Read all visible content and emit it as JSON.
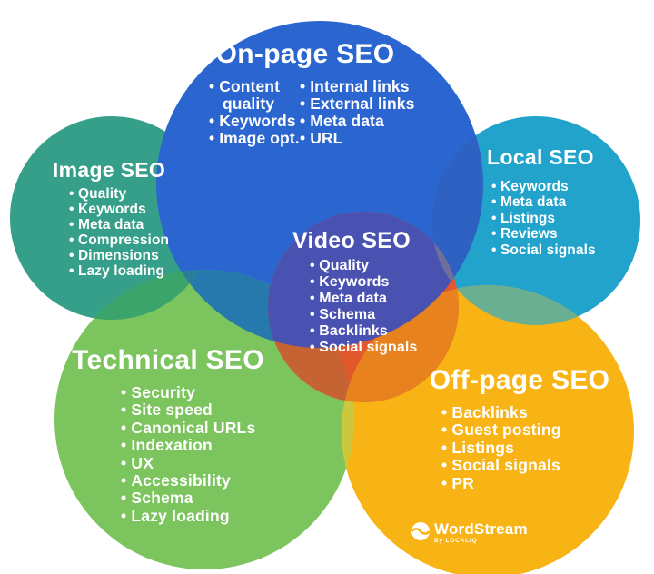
{
  "colors": {
    "background": "#FFFFFF",
    "text": "#FFFFFF",
    "onpage": "#2B66D0",
    "image": "#359F89",
    "local": "#21A3CB",
    "technical": "#7CC45E",
    "offpage": "#F8B414",
    "video": "#E2572B",
    "overlap_blue_local": "#2D62C2",
    "overlap_blue_green": "#2579AD",
    "overlap_green_image": "#3AA46A",
    "overlap_green_image_blue": "#2B7E98",
    "overlap_green_yellow": "#CCC83D",
    "overlap_yellow_local": "#6BAF92",
    "overlap_video_green": "#C56432",
    "overlap_video_yellow": "#E8821F",
    "overlap_video_blue": "#4A52B1",
    "overlap_video_blue_local": "#6E6F9D"
  },
  "sets": {
    "onpage": {
      "title": "On-page SEO",
      "items_col1": [
        "Content quality",
        "Keywords",
        "Image opt."
      ],
      "items_col2": [
        "Internal links",
        "External links",
        "Meta data",
        "URL"
      ]
    },
    "image": {
      "title": "Image SEO",
      "items": [
        "Quality",
        "Keywords",
        "Meta data",
        "Compression",
        "Dimensions",
        "Lazy loading"
      ]
    },
    "local": {
      "title": "Local SEO",
      "items": [
        "Keywords",
        "Meta data",
        "Listings",
        "Reviews",
        "Social signals"
      ]
    },
    "video": {
      "title": "Video SEO",
      "items": [
        "Quality",
        "Keywords",
        "Meta data",
        "Schema",
        "Backlinks",
        "Social signals"
      ]
    },
    "technical": {
      "title": "Technical SEO",
      "items": [
        "Security",
        "Site speed",
        "Canonical URLs",
        "Indexation",
        "UX",
        "Accessibility",
        "Schema",
        "Lazy loading"
      ]
    },
    "offpage": {
      "title": "Off-page SEO",
      "items": [
        "Backlinks",
        "Guest posting",
        "Listings",
        "Social signals",
        "PR"
      ]
    }
  },
  "logo": {
    "name": "WordStream",
    "byline": "By LOCALiQ"
  }
}
